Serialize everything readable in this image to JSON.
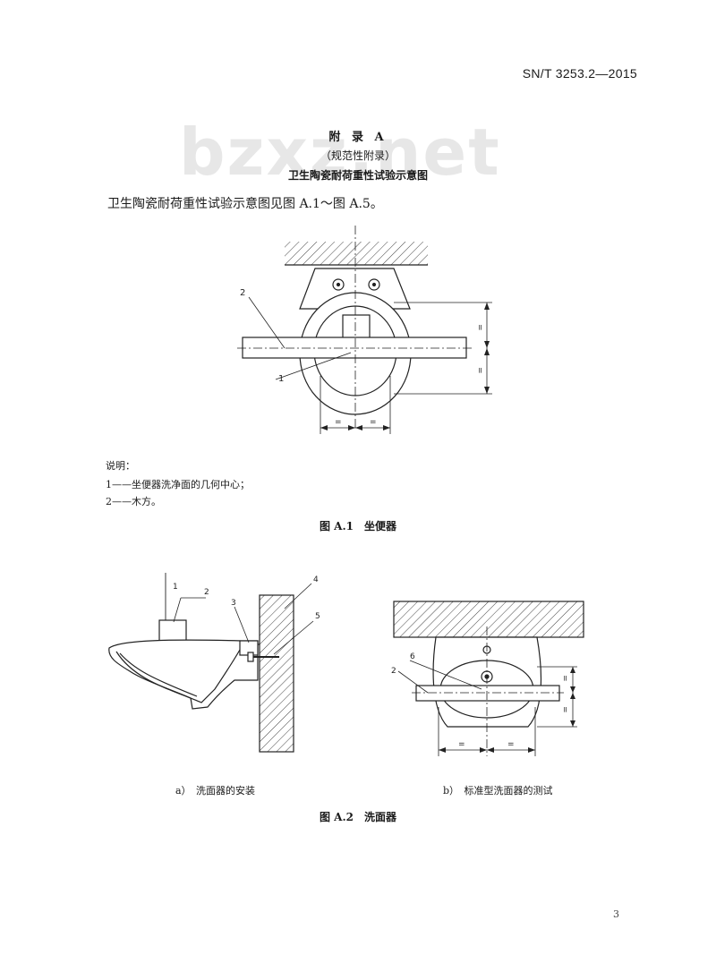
{
  "header": {
    "standard_number": "SN/T 3253.2—2015"
  },
  "watermark": {
    "text": "bzxz.net"
  },
  "annex": {
    "title": "附 录 A",
    "type": "（规范性附录）",
    "subject": "卫生陶瓷耐荷重性试验示意图"
  },
  "intro_text": "卫生陶瓷耐荷重性试验示意图见图 A.1～图 A.5。",
  "figure_a1": {
    "labels": {
      "l1": "1",
      "l2": "2",
      "eq": "="
    },
    "notes_title": "说明：",
    "notes": [
      "1——坐便器洗净面的几何中心；",
      "2——木方。"
    ],
    "caption": "图 A.1　坐便器"
  },
  "figure_a2": {
    "labels": {
      "l1": "1",
      "l2": "2",
      "l3": "3",
      "l4": "4",
      "l5": "5",
      "l6": "6",
      "eq": "="
    },
    "sub_a": "a）　洗面器的安装",
    "sub_b": "b）　标准型洗面器的测试",
    "caption": "图 A.2　洗面器"
  },
  "page_number": "3"
}
